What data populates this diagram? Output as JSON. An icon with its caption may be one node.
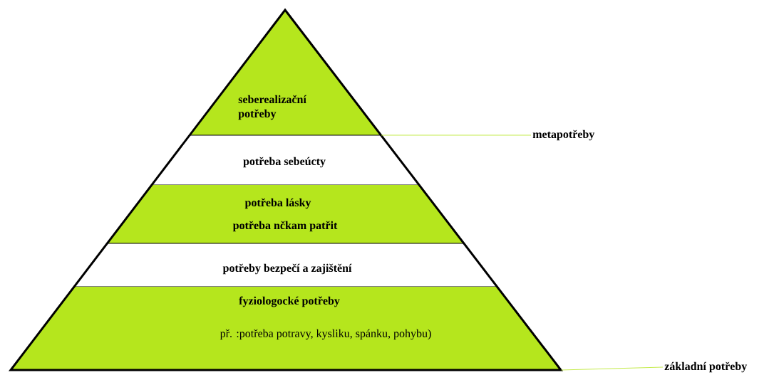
{
  "diagram": {
    "nodes": [
      {
        "text": [
          "seberealizační potřeby"
        ]
      },
      {
        "text": [
          "potřeba sebeúcty"
        ]
      },
      {
        "text": [
          "potřeba lásky",
          "potřeba nčkam patřit"
        ]
      },
      {
        "text": [
          "potřeby bezpečí a zajištění"
        ]
      },
      {
        "text": [
          "fyziologocké potřeby",
          "př. :potřeba potravy, kysliku, spánku, pohybu)"
        ]
      },
      {
        "text": [
          "metapotřeby"
        ]
      },
      {
        "text": [
          "základní potřeby"
        ]
      }
    ],
    "edges": [
      {
        "from": 5,
        "to": 0,
        "arrow": "none"
      },
      {
        "from": 6,
        "to": 4,
        "arrow": "none"
      }
    ]
  }
}
